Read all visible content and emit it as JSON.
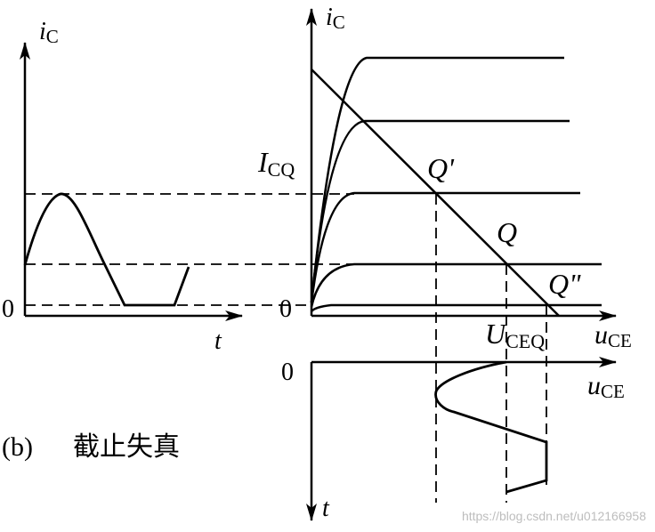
{
  "labels": {
    "left_y_axis": "i",
    "left_y_sub": "C",
    "left_x_axis": "t",
    "left_zero": "0",
    "right_y_axis": "i",
    "right_y_sub": "C",
    "icq_main": "I",
    "icq_sub": "CQ",
    "right_zero": "0",
    "q_prime": "Q'",
    "q": "Q",
    "q_double_prime": "Q\"",
    "uceq_main": "U",
    "uceq_sub": "CEQ",
    "right_x_axis": "u",
    "right_x_sub": "CE",
    "bottom_zero": "0",
    "bottom_x_axis": "u",
    "bottom_x_sub": "CE",
    "bottom_y_axis": "t",
    "caption_tag": "(b)",
    "caption_text": "截止失真",
    "watermark": "https://blog.csdn.net/u012166958"
  }
}
